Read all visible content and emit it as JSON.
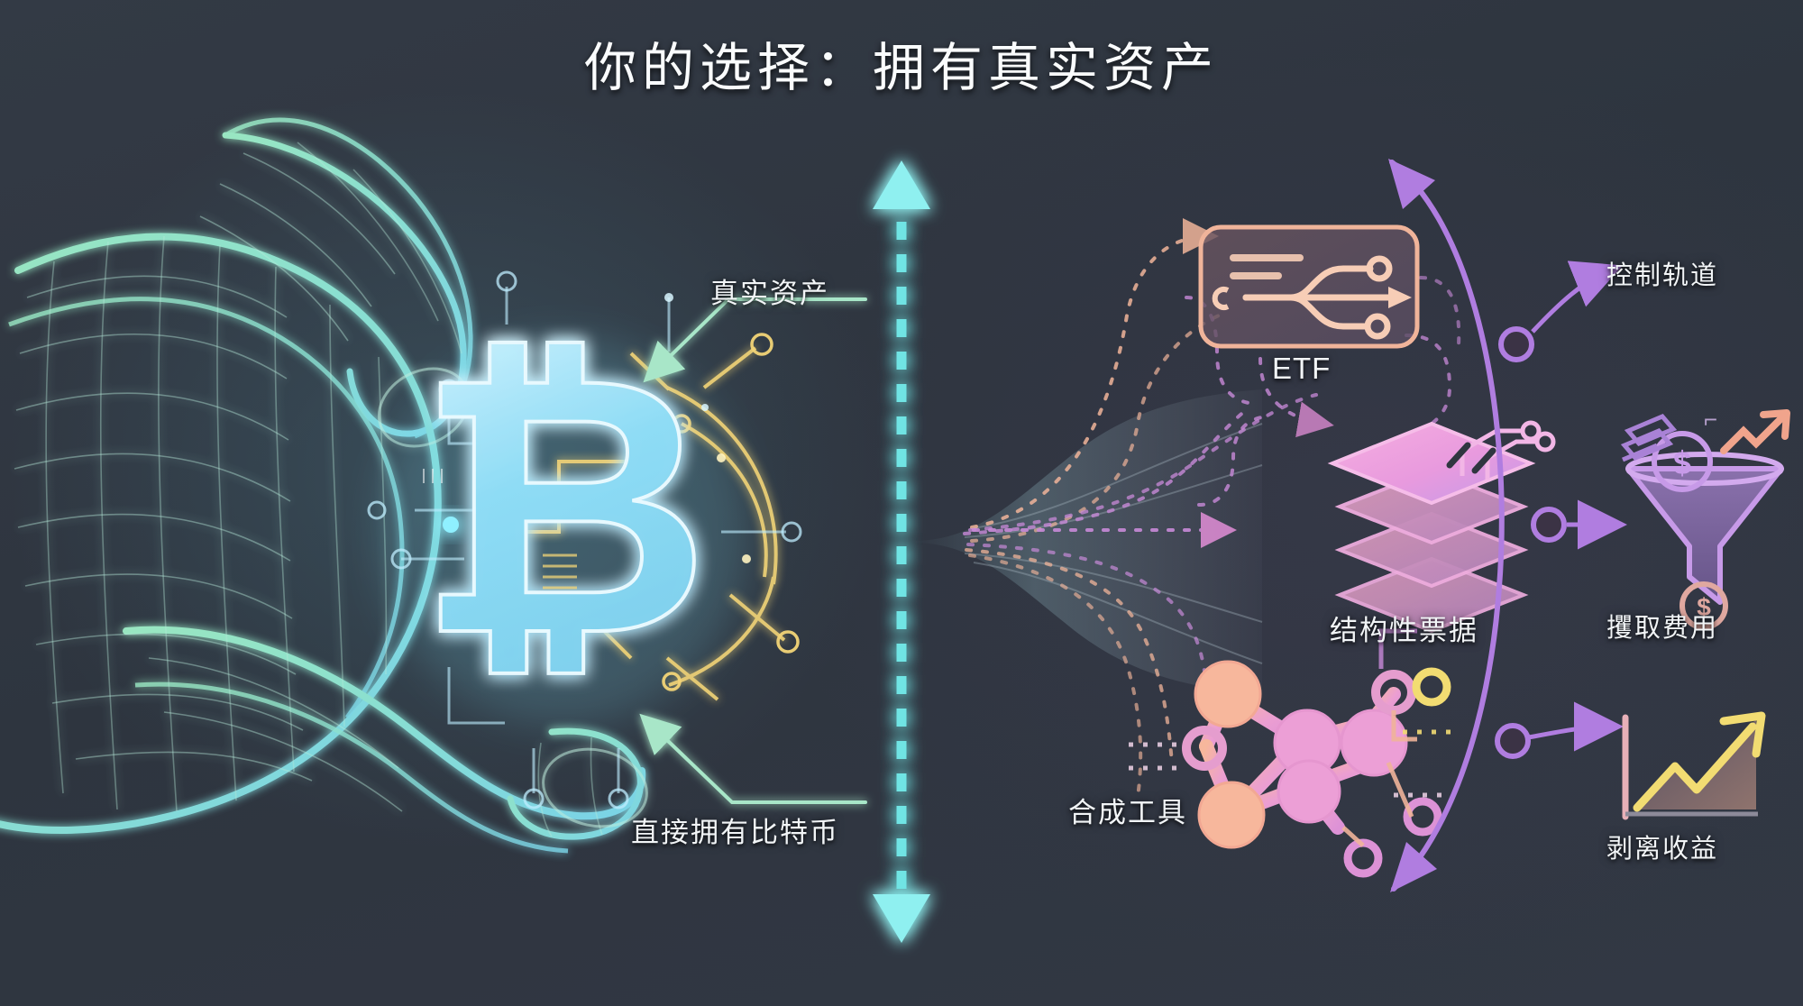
{
  "title": "你的选择：拥有真实资产",
  "left_panel": {
    "name": "real-asset-side",
    "labels": {
      "real_asset": "真实资产",
      "direct_ownership": "直接拥有比特币"
    },
    "symbol": "₿",
    "symbol_name": "bitcoin-circuit-symbol",
    "hand_name": "wireframe-hand-holding-bitcoin"
  },
  "divider": {
    "name": "vertical-dashed-divider",
    "top_arrow": "arrow-up",
    "bottom_arrow": "arrow-down",
    "color": "#6fe4e4"
  },
  "right_panel": {
    "name": "financialized-wrapper-side",
    "nodes": [
      {
        "id": "etf",
        "label": "ETF",
        "icon": "etf-routing-panel",
        "color": "#f0b49a"
      },
      {
        "id": "structured_notes",
        "label": "结构性票据",
        "icon": "layer-stack-icon",
        "color": "#e59ad6"
      },
      {
        "id": "synthetics",
        "label": "合成工具",
        "icon": "molecule-network-icon",
        "color": "#f0a898"
      }
    ],
    "outcomes": [
      {
        "id": "control_rails",
        "label": "控制轨道",
        "icon": "control-rail-arc",
        "color": "#b388e8"
      },
      {
        "id": "extract_fees",
        "label": "攫取费用",
        "icon": "funnel-money-icon",
        "color": "#bb8fe6"
      },
      {
        "id": "strip_returns",
        "label": "剥离收益",
        "icon": "growth-chart-icon",
        "color": "#f2dc72"
      }
    ]
  },
  "palette": {
    "background": "#2f3640",
    "cyan_glow": "#7fe9f2",
    "mint_arrow": "#a8e6c8",
    "gold": "#f2d477",
    "salmon": "#f0b49a",
    "magenta": "#e08ad4",
    "violet": "#b07de0"
  }
}
